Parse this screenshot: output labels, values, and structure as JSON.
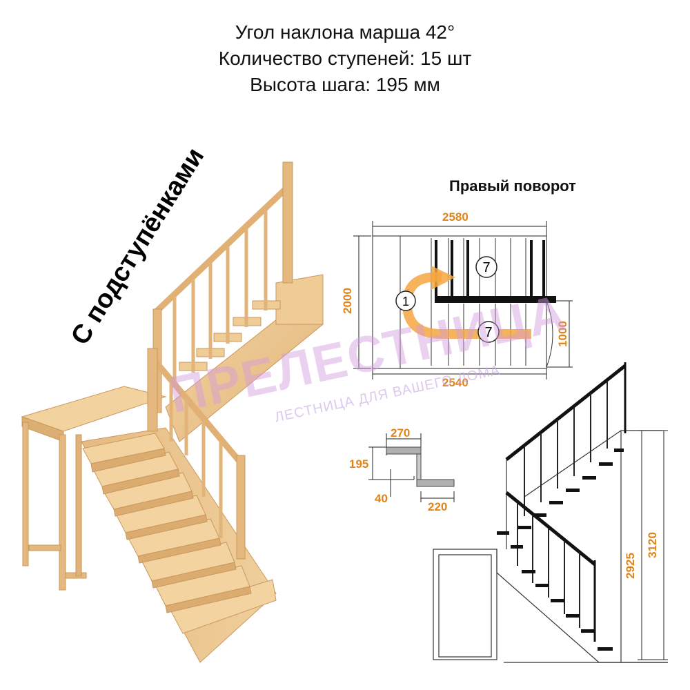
{
  "specs": {
    "angle": "Угол наклона марша 42°",
    "steps": "Количество ступеней: 15 шт",
    "step_height": "Высота шага: 195 мм"
  },
  "labels": {
    "with_risers": "С подступёнками",
    "right_turn": "Правый поворот"
  },
  "plan": {
    "width_top": "2580",
    "width_bottom": "2540",
    "height_left": "2000",
    "height_right": "1000",
    "marker_1": "1",
    "marker_7a": "7",
    "marker_7b": "7"
  },
  "step_detail": {
    "tread_top": "270",
    "rise": "195",
    "overhang": "40",
    "tread_bottom": "220"
  },
  "elevation": {
    "height_inner": "2925",
    "height_outer": "3120"
  },
  "watermark": {
    "brand": "ПРЕЛЕСТНИЦА",
    "slogan": "ЛЕСТНИЦА ДЛЯ ВАШЕГО ДОМА"
  },
  "colors": {
    "wood": "#e9c38e",
    "dimension": "#e08418",
    "watermark": "#d49ae0"
  }
}
